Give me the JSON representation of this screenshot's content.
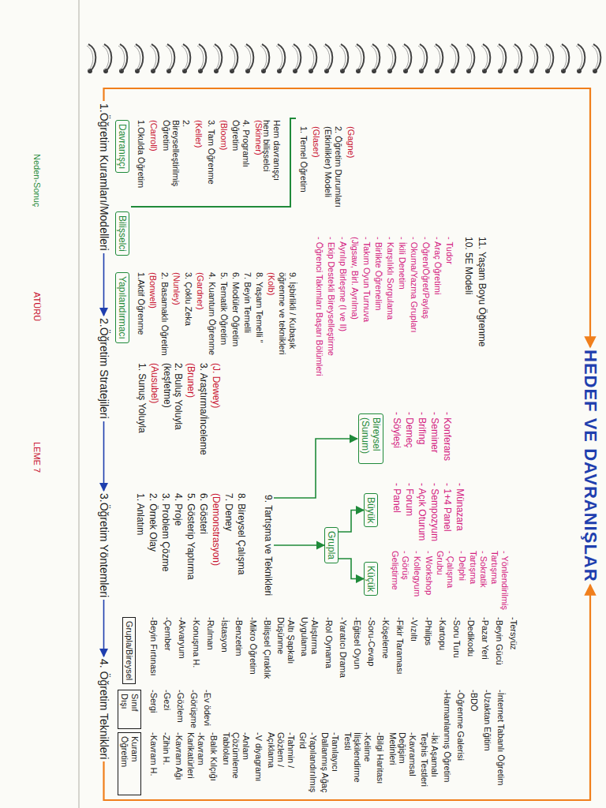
{
  "diagram": {
    "nodes": [
      {
        "text": [
          "HEDEF VE DAVRANIŞLAR"
        ]
      },
      {
        "text": [
          "1.Öğretim Kuramları/Modelleri"
        ]
      },
      {
        "text": [
          "2.Öğretim Stratejileri"
        ]
      },
      {
        "text": [
          "3.Öğretim Yöntemleri"
        ]
      },
      {
        "text": [
          "4. Öğretim Teknikleri"
        ]
      },
      {
        "text": [
          "Davranışçı"
        ]
      },
      {
        "text": [
          "Bilişselci"
        ]
      },
      {
        "text": [
          "Yapılandırmacı"
        ]
      },
      {
        "text": [
          "9. Tartışma ve Teknikleri"
        ]
      },
      {
        "text": [
          "Bireysel (Sunum)"
        ]
      },
      {
        "text": [
          "Grupla"
        ]
      },
      {
        "text": [
          "Büyük"
        ]
      },
      {
        "text": [
          "Küçük"
        ]
      },
      {
        "text": [
          "Grupla/Bireysel"
        ]
      },
      {
        "text": [
          "Sınıf Dışı"
        ]
      },
      {
        "text": [
          "Kuram Öğretim"
        ]
      }
    ],
    "edges": [
      {
        "from": 1,
        "to": 2,
        "arrow": "to"
      },
      {
        "from": 2,
        "to": 3,
        "arrow": "to"
      },
      {
        "from": 3,
        "to": 4,
        "arrow": "to"
      },
      {
        "from": 1,
        "to": 0,
        "arrow": "to"
      },
      {
        "from": 4,
        "to": 0,
        "arrow": "to"
      },
      {
        "from": 8,
        "to": 9,
        "arrow": "to"
      },
      {
        "from": 8,
        "to": 10,
        "arrow": "to"
      },
      {
        "from": 10,
        "to": 11,
        "arrow": "to"
      },
      {
        "from": 10,
        "to": 12,
        "arrow": "to"
      }
    ],
    "labels": [
      "Neden-Sonuç",
      "ATÜRÜ",
      "LEME 7",
      "1.Okulda Öğretim",
      "(Carroll)",
      "2. Bireyselleştirilmiş Öğretim",
      "(Keller)",
      "3. Tam Öğrenme",
      "(Bloom)",
      "4. Programlı Öğretim",
      "(Skinner)",
      "Hem davranışçı hem bilişselci",
      "1. Temel Öğretim",
      "(Glaser)",
      "2. Öğretim Durumları (Etkinlikler) Modeli",
      "(Gagne)",
      "1.Aktif Öğrenme",
      "(Bonwell)",
      "2. Basamaklı Öğretim",
      "(Nunley)",
      "3. Çoklu Zeka",
      "(Gardner)",
      "4. Kuantum Öğrenme",
      "5. Tematik Öğretim",
      "6. Modüler Öğretim",
      "7. Beyin Temelli",
      "8. Yaşam Temelli ″",
      "(Kolb)",
      "9. İşbirlikli / Kubaşık öğrenme ve teknikleri",
      "- Öğrenci Takımları Başarı Bölümleri",
      "- Ekip Destekli Bireyselleştirme",
      "- Ayrılıp Birleşme (I ve II)",
      "(Jigsaw, Birl. Ayrılma)",
      "- Takım Oyun Turnuva",
      "- Birlikte Öğrenelim",
      "- Karşılıklı Sorgulama",
      "- İkili Denetim",
      "- Okuma/Yazma Grupları",
      "- Öğren/Öğret/Paylaş",
      "- Araç Öğretimi",
      "- Tudor",
      "10. 5E Modeli",
      "11. Yaşam Boyu Öğrenme",
      "1. Sunuş Yoluyla",
      "(Ausubel)",
      "2. Buluş Yoluyla (keşfetme)",
      "(Bruner)",
      "3. Araştırma/İnceleme",
      "(J. Dewey)",
      "1. Anlatım",
      "2. Örnek Olay",
      "3. Problem Çözme",
      "4. Proje",
      "5. Gösterip Yaptırma",
      "6. Gösteri",
      "(Demonstrasyon)",
      "7. Deney",
      "8. Bireysel Çalışma",
      "- Söyleşi",
      "- Demeç",
      "- Brifing",
      "- Seminer",
      "- Konferans",
      "- Panel",
      "- Forum",
      "- Açık Oturum",
      "- Sempozyum",
      "- 1+4 Panel",
      "- Münazara",
      "- Görüş Geliştirme",
      "- Kollegyum",
      "- Workshop",
      "- Çalışma Grubu",
      "- Delphi",
      "- Sokratik Tartışma",
      "- Yönlendirilmiş Tartışma",
      "-Beyin Fırtınası",
      "-Çember",
      "-Akvaryum",
      "-Konuşma H.",
      "-Rulman",
      "-İstasyon",
      "-Benzetim",
      "-Mikro Öğretim",
      "-Bilişsel Çıraklık",
      "-Altı Şapkalı Düşünme",
      "-Alıştırma Uygulama",
      "-Rol Oynama",
      "-Yaratıcı Drama",
      "-Eğitsel Oyun",
      "-Soru-Cevap",
      "-Köşeleme",
      "-Fikir Taraması",
      "-Vızıltı",
      "-Philips",
      "-Kartopu",
      "-Soru Turu",
      "-Dedikodu",
      "-Pazar Yeri",
      "-Beyin Gücü",
      "-Tersyüz",
      "-Sergi",
      "-Gezi",
      "-Gözlem",
      "-Görüşme",
      "-Ev ödevi",
      "-Kavram H.",
      "-Zihin H.",
      "-Kavram Ağı",
      "-Kavram Karikatürleri",
      "-Balık Kılçığı",
      "-Anlam Çözümleme Tabloları",
      "-V diyagramı",
      "-Tahmin / Gözlem / Açıklama",
      "-Yapılandırılmış Grid",
      "-Tanılayıcı Dallanmış Ağaç",
      "-Kelime İlişkilendirme Testi",
      "-Bilgi Haritası",
      "-Kavramsal Değişim Metinleri",
      "-İki Aşamalı Teşhis Testleri",
      "-Harmanlanmış Öğretim",
      "-Öğrenme Galerisi",
      "-BDÖ",
      "-Uzaktan Eğitim",
      "-İnternet Tabanlı Öğretim"
    ]
  }
}
